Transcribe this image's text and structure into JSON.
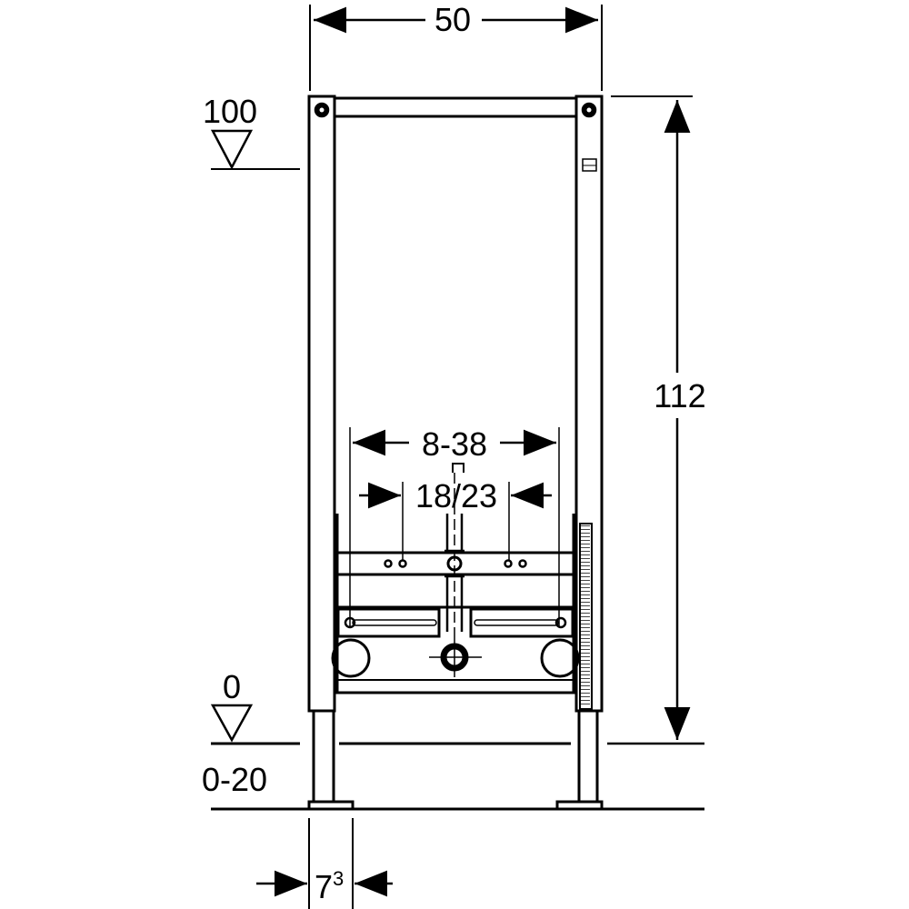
{
  "dimensions": {
    "width": "50",
    "height": "112",
    "upper_level": "100",
    "floor_level": "0",
    "floor_range": "0-20",
    "outlet_spacing": "8-38",
    "supply_spacing": "18/23",
    "leg_width": "7",
    "leg_width_sup": "3"
  },
  "colors": {
    "line": "#000000",
    "background": "#ffffff"
  }
}
